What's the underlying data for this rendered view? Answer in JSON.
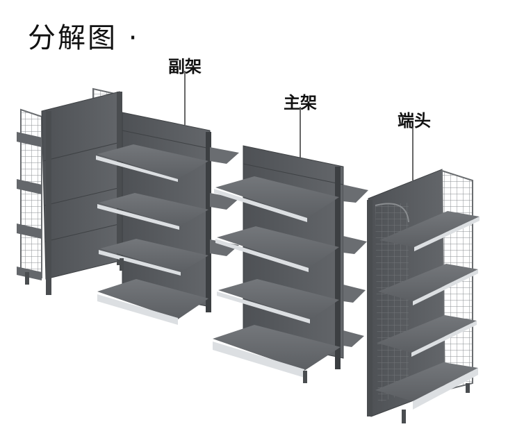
{
  "title": "分解图 ·",
  "labels": {
    "sub_rack": "副架",
    "main_rack": "主架",
    "end_cap": "端头"
  },
  "colors": {
    "panel": "#5a5d61",
    "panel_dark": "#45484b",
    "shelf_top": "#6c6f73",
    "shelf_lip": "#dcdfe2",
    "mesh": "#8a8d90",
    "leader_line": "#333333"
  }
}
